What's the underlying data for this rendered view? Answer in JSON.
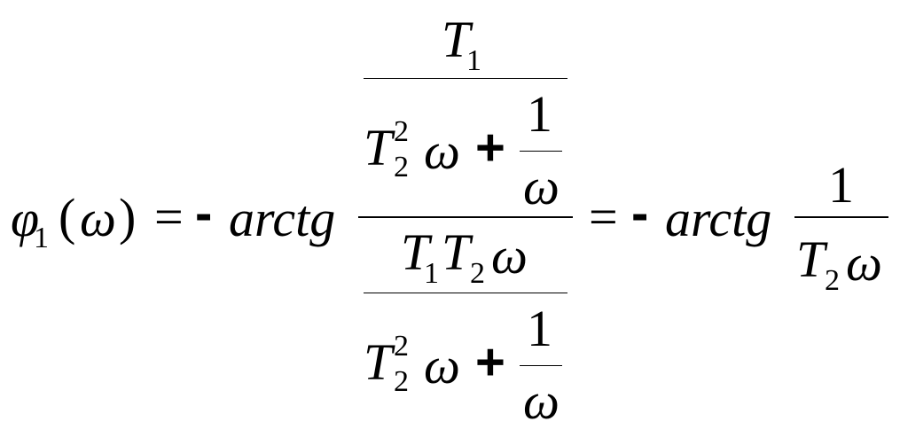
{
  "formula": {
    "lhs": {
      "func": "φ",
      "func_sub": "1",
      "open": "(",
      "arg": "ω",
      "close": ")"
    },
    "eq": "=",
    "minus": "-",
    "fn_name": "arctg",
    "big_frac": {
      "num": {
        "num": {
          "var": "T",
          "sub": "1"
        },
        "den": {
          "var": "T",
          "sub": "2",
          "sup": "2",
          "omega": "ω",
          "plus": "+",
          "one": "1",
          "omega_den": "ω"
        }
      },
      "den": {
        "num": {
          "var1": "T",
          "sub1": "1",
          "var2": "T",
          "sub2": "2",
          "omega": "ω"
        },
        "den": {
          "var": "T",
          "sub": "2",
          "sup": "2",
          "omega": "ω",
          "plus": "+",
          "one": "1",
          "omega_den": "ω"
        }
      }
    },
    "eq2": "=",
    "minus2": "-",
    "fn_name2": "arctg",
    "result": {
      "num": "1",
      "var": "T",
      "sub": "2",
      "omega": "ω"
    }
  }
}
